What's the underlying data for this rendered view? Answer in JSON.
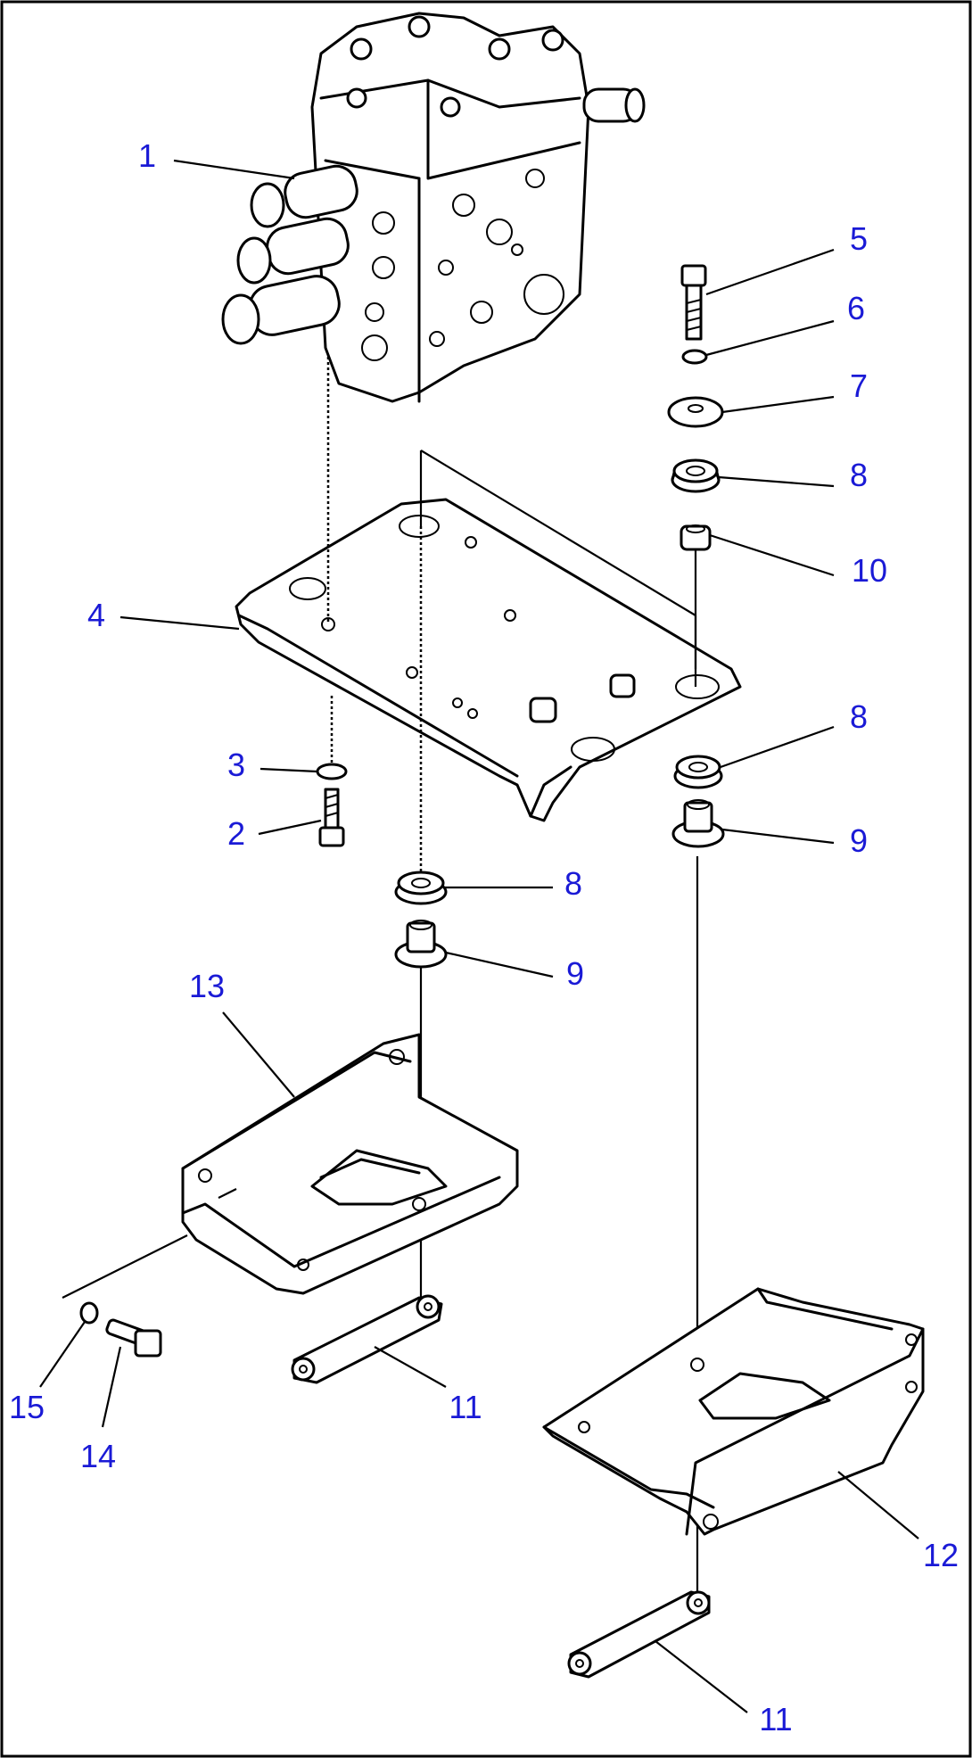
{
  "diagram": {
    "accent_color": "#1a1ad6",
    "line_color": "#000000",
    "background": "#ffffff",
    "callouts": {
      "c1": "1",
      "c2": "2",
      "c3": "3",
      "c4": "4",
      "c5": "5",
      "c6": "6",
      "c7": "7",
      "c8a": "8",
      "c8b": "8",
      "c8c": "8",
      "c9a": "9",
      "c9b": "9",
      "c10": "10",
      "c11a": "11",
      "c11b": "11",
      "c12": "12",
      "c13": "13",
      "c14": "14",
      "c15": "15"
    }
  }
}
